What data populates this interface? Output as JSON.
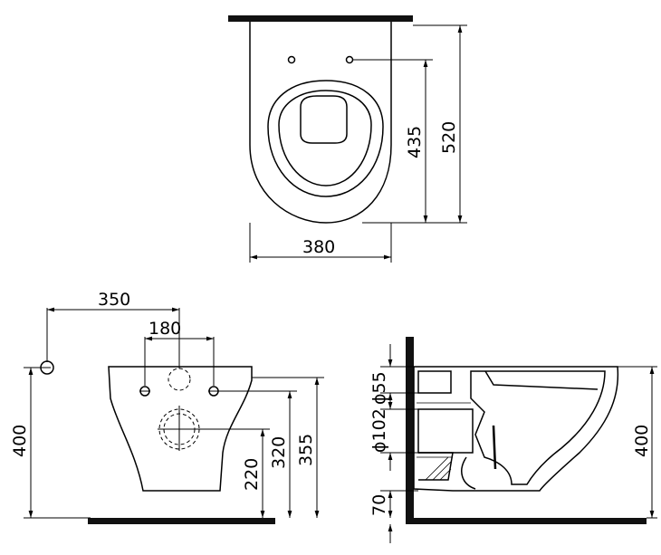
{
  "top_view": {
    "width_label": "380",
    "depth_outer_label": "520",
    "depth_inner_label": "435"
  },
  "front_view": {
    "offset_label": "350",
    "bolt_spacing_label": "180",
    "height_label": "400",
    "h220_label": "220",
    "h320_label": "320",
    "h355_label": "355"
  },
  "side_view": {
    "d55_label": "ϕ55",
    "d102_label": "ϕ102",
    "h70_label": "70",
    "height_label": "400"
  }
}
